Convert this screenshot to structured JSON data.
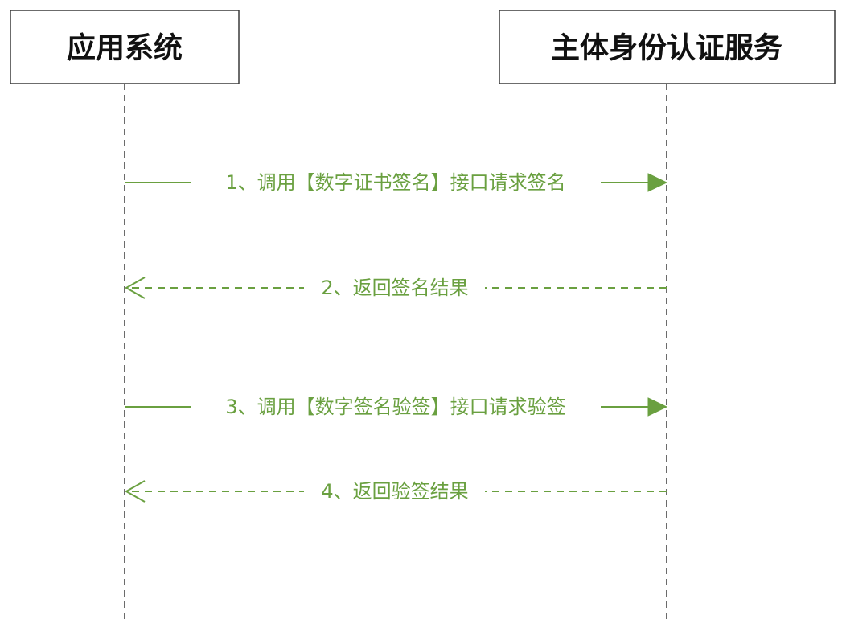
{
  "actors": [
    {
      "id": "app",
      "label": "应用系统"
    },
    {
      "id": "auth",
      "label": "主体身份认证服务"
    }
  ],
  "messages": [
    {
      "seq": "1",
      "from": "app",
      "to": "auth",
      "style": "solid",
      "label": "1、调用【数字证书签名】接口请求签名"
    },
    {
      "seq": "2",
      "from": "auth",
      "to": "app",
      "style": "dashed",
      "label": "2、返回签名结果"
    },
    {
      "seq": "3",
      "from": "app",
      "to": "auth",
      "style": "solid",
      "label": "3、调用【数字签名验签】接口请求验签"
    },
    {
      "seq": "4",
      "from": "auth",
      "to": "app",
      "style": "dashed",
      "label": "4、返回验签结果"
    }
  ],
  "colors": {
    "message": "#6aa040",
    "box_border": "#3a3a3a",
    "text": "#111111"
  }
}
